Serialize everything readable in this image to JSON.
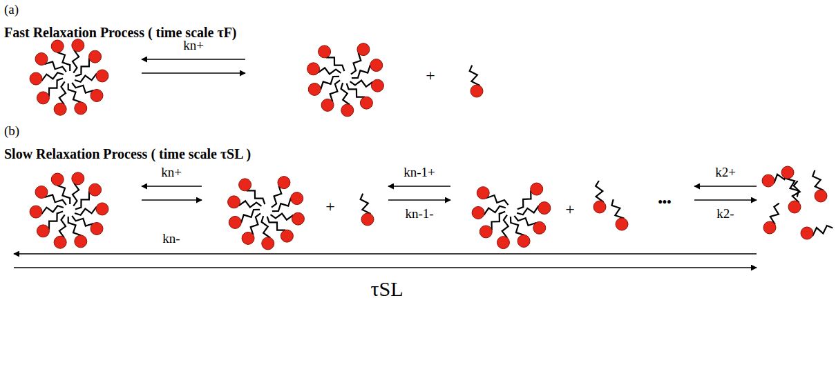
{
  "diagram": {
    "labels": [
      "(a)",
      "Fast Relaxation Process ( time scale τF)",
      "kn+",
      "+",
      "(b)",
      "Slow Relaxation Process ( time scale τSL )",
      "kn+",
      "+",
      "kn-1+",
      "+",
      "•••",
      "k2+",
      "kn-",
      "kn-1-",
      "k2-",
      "τSL"
    ]
  }
}
